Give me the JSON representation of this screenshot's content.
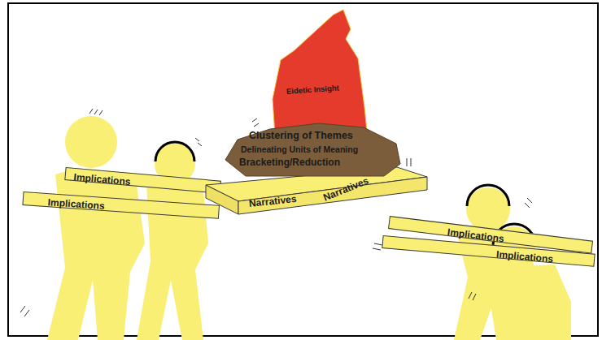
{
  "diagram": {
    "nodes": [
      {
        "text": [
          "Eidetic Insight"
        ]
      },
      {
        "text": [
          "Clustering of Themes",
          "Delineating Units of Meaning",
          "Bracketing/Reduction"
        ]
      },
      {
        "text": [
          "Narratives",
          "Narratives"
        ]
      },
      {
        "text": [
          "Implications"
        ]
      },
      {
        "text": [
          "Implications"
        ]
      },
      {
        "text": [
          "Implications"
        ]
      },
      {
        "text": [
          "Implications"
        ]
      }
    ]
  }
}
